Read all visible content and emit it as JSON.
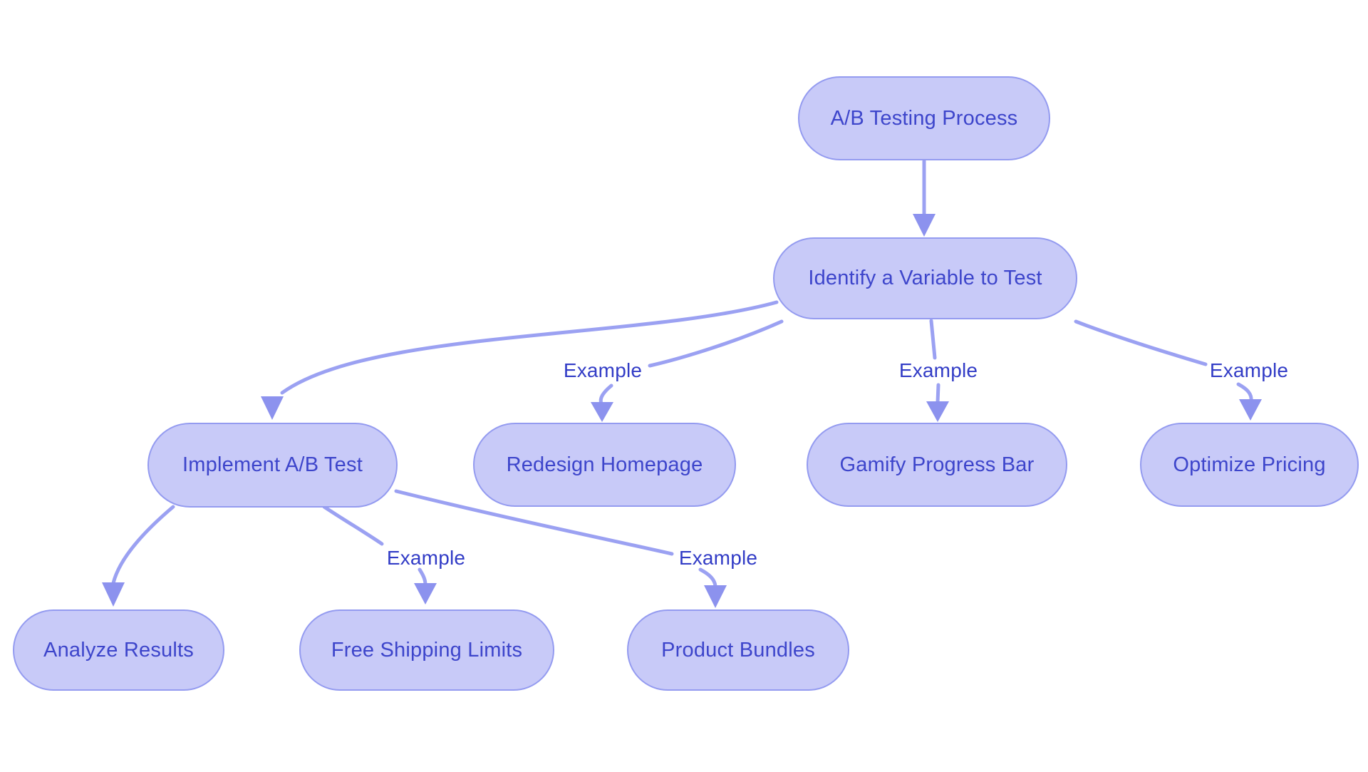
{
  "diagram": {
    "title": "A/B Testing Process flowchart",
    "colors": {
      "background": "#ffffff",
      "node_fill": "#c8caf8",
      "node_border": "#949bf0",
      "node_text": "#3d45cb",
      "edge_line": "#9ba1f2",
      "arrowhead": "#8c92ee",
      "edge_label_text": "#323cc6"
    }
  },
  "nodes": [
    {
      "id": "root",
      "label": "A/B Testing Process"
    },
    {
      "id": "identify",
      "label": "Identify a Variable to Test"
    },
    {
      "id": "implement",
      "label": "Implement A/B Test"
    },
    {
      "id": "redesign",
      "label": "Redesign Homepage"
    },
    {
      "id": "gamify",
      "label": "Gamify Progress Bar"
    },
    {
      "id": "optimize",
      "label": "Optimize Pricing"
    },
    {
      "id": "analyze",
      "label": "Analyze Results"
    },
    {
      "id": "free_shipping",
      "label": "Free Shipping Limits"
    },
    {
      "id": "product_bundles",
      "label": "Product Bundles"
    }
  ],
  "edges": [
    {
      "from": "A/B Testing Process",
      "to": "Identify a Variable to Test",
      "label": ""
    },
    {
      "from": "Identify a Variable to Test",
      "to": "Implement A/B Test",
      "label": ""
    },
    {
      "from": "Identify a Variable to Test",
      "to": "Redesign Homepage",
      "label": "Example"
    },
    {
      "from": "Identify a Variable to Test",
      "to": "Gamify Progress Bar",
      "label": "Example"
    },
    {
      "from": "Identify a Variable to Test",
      "to": "Optimize Pricing",
      "label": "Example"
    },
    {
      "from": "Implement A/B Test",
      "to": "Analyze Results",
      "label": ""
    },
    {
      "from": "Implement A/B Test",
      "to": "Free Shipping Limits",
      "label": "Example"
    },
    {
      "from": "Implement A/B Test",
      "to": "Product Bundles",
      "label": "Example"
    }
  ]
}
